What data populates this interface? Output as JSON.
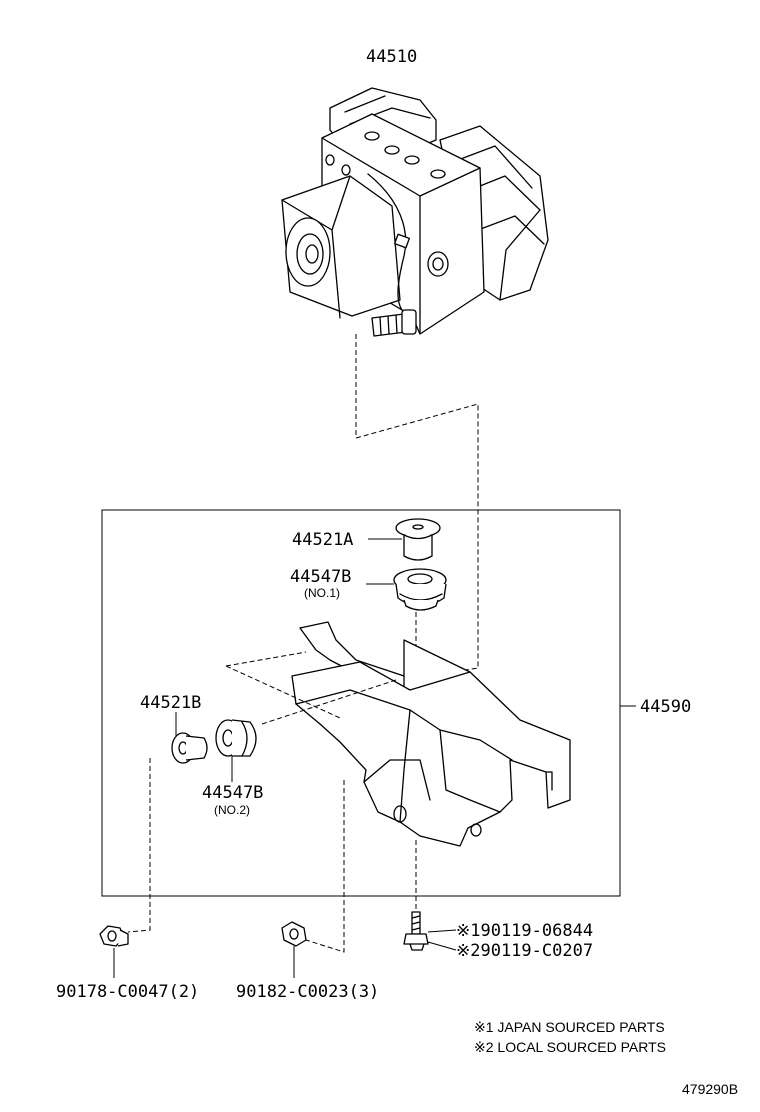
{
  "parts": {
    "actuator": "44510",
    "cushion_a": "44521A",
    "grommet_1": "44547B",
    "grommet_1_sub": "(NO.1)",
    "cushion_b": "44521B",
    "grommet_2": "44547B",
    "grommet_2_sub": "(NO.2)",
    "bracket": "44590",
    "bolt_1": "※190119-06844",
    "bolt_2": "※290119-C0207",
    "nut_a": "90178-C0047(2)",
    "nut_b": "90182-C0023(3)"
  },
  "notes": {
    "note_1": "※1 JAPAN SOURCED PARTS",
    "note_2": "※2 LOCAL SOURCED PARTS"
  },
  "diagram_code": "479290B",
  "icons": [
    "abs-actuator-icon",
    "bracket-icon",
    "cushion-icon",
    "grommet-icon",
    "bolt-icon",
    "nut-icon"
  ]
}
